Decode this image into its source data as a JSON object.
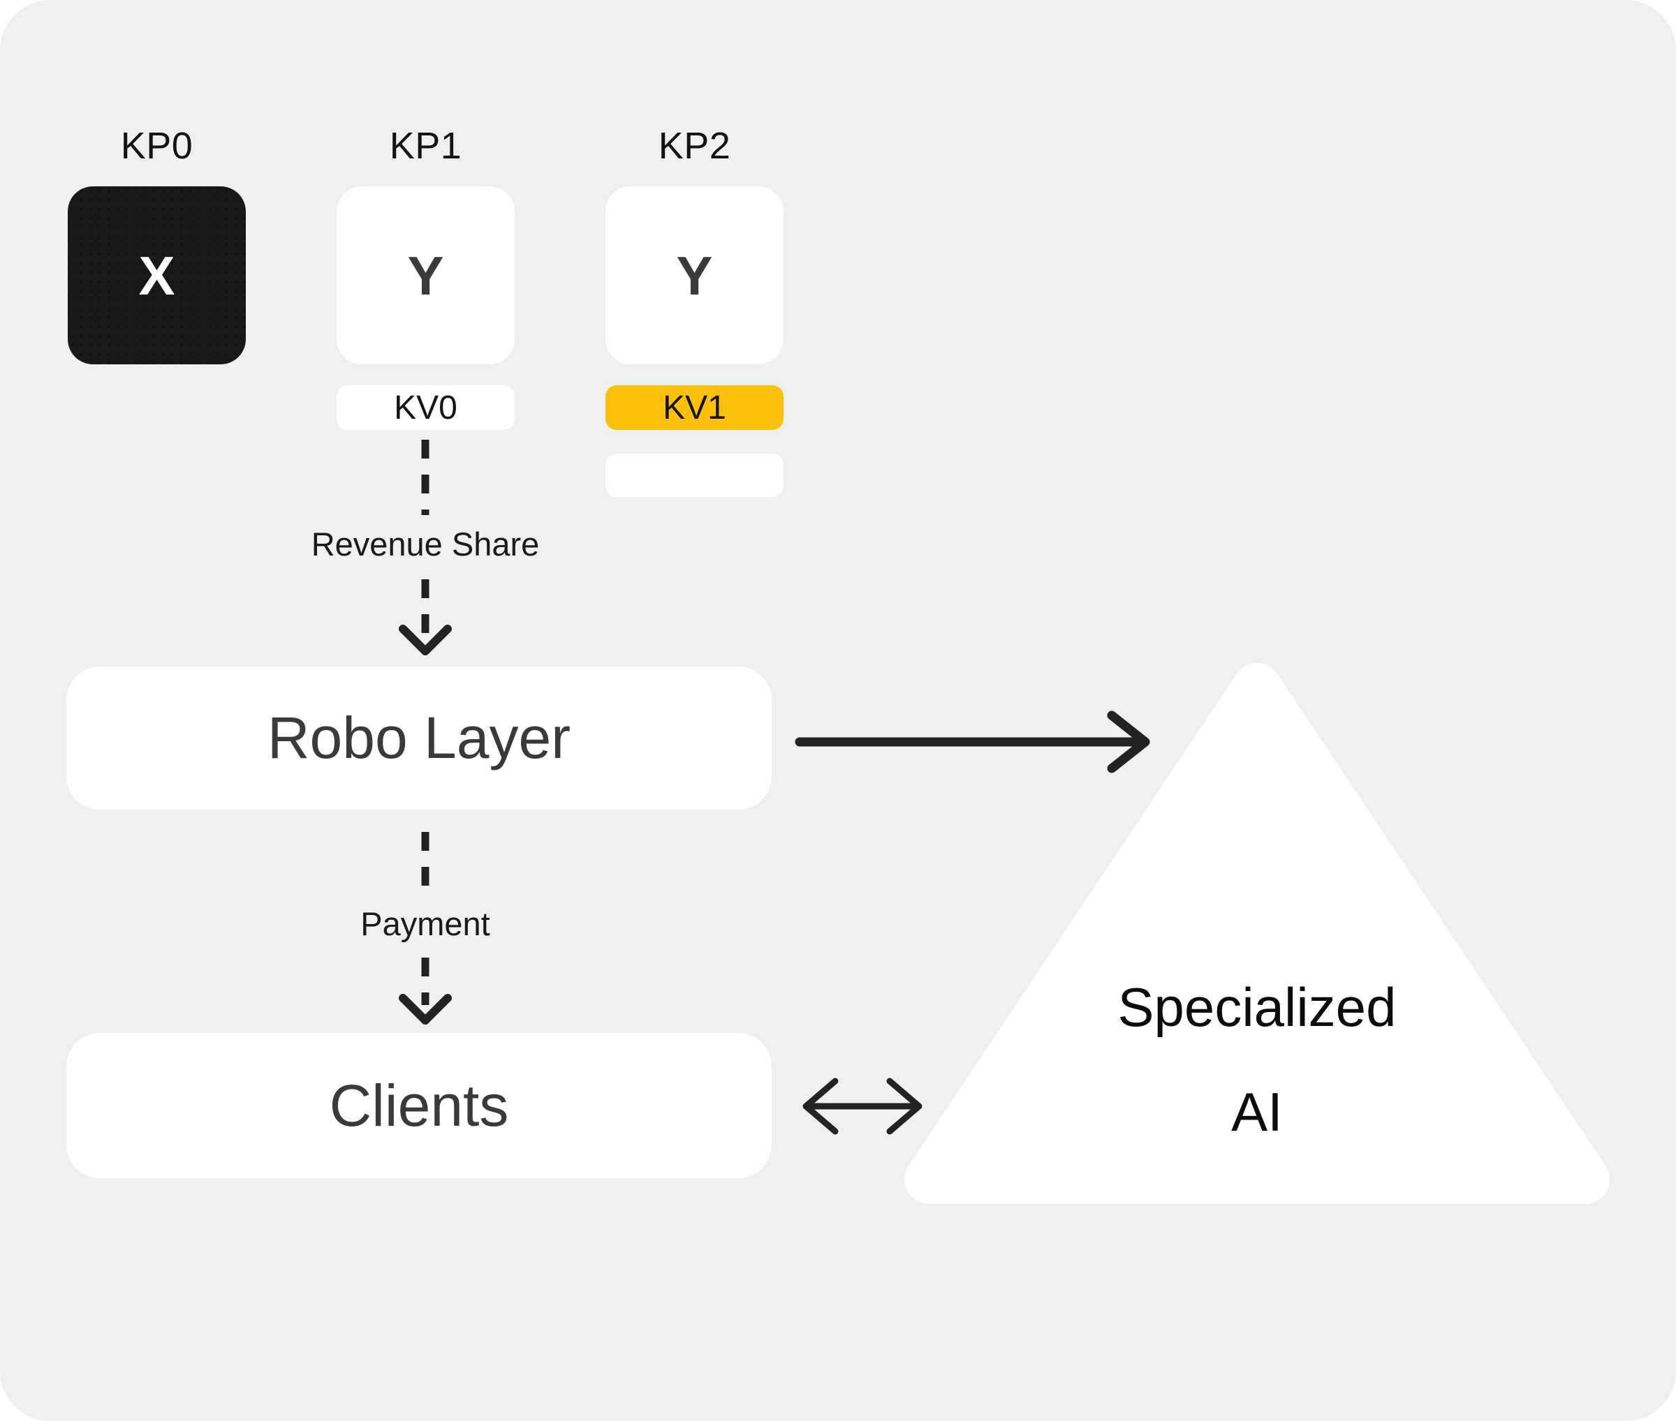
{
  "canvas": {
    "background": "#f0f0f0",
    "page_background": "#ffffff"
  },
  "colors": {
    "canvas_bg": "#f0f0f0",
    "accent_yellow": "#fcc00a",
    "dark_box": "#191919",
    "card_white": "#ffffff",
    "text_primary": "#141414",
    "text_soft": "#3a3a3c",
    "arrow": "#232323"
  },
  "key_providers": [
    {
      "label": "KP0",
      "letter": "X",
      "style": "dark"
    },
    {
      "label": "KP1",
      "letter": "Y",
      "style": "light"
    },
    {
      "label": "KP2",
      "letter": "Y",
      "style": "light"
    }
  ],
  "key_values": [
    {
      "label": "KV0",
      "style": "white",
      "under": "KP1"
    },
    {
      "label": "KV1",
      "style": "yellow",
      "under": "KP2"
    },
    {
      "label": "",
      "style": "white-empty",
      "under": "KP2"
    }
  ],
  "flows": {
    "revenue_share": "Revenue Share",
    "payment": "Payment"
  },
  "nodes": {
    "robo_layer": "Robo Layer",
    "clients": "Clients",
    "specialized_ai_line1": "Specialized",
    "specialized_ai_line2": "AI"
  }
}
